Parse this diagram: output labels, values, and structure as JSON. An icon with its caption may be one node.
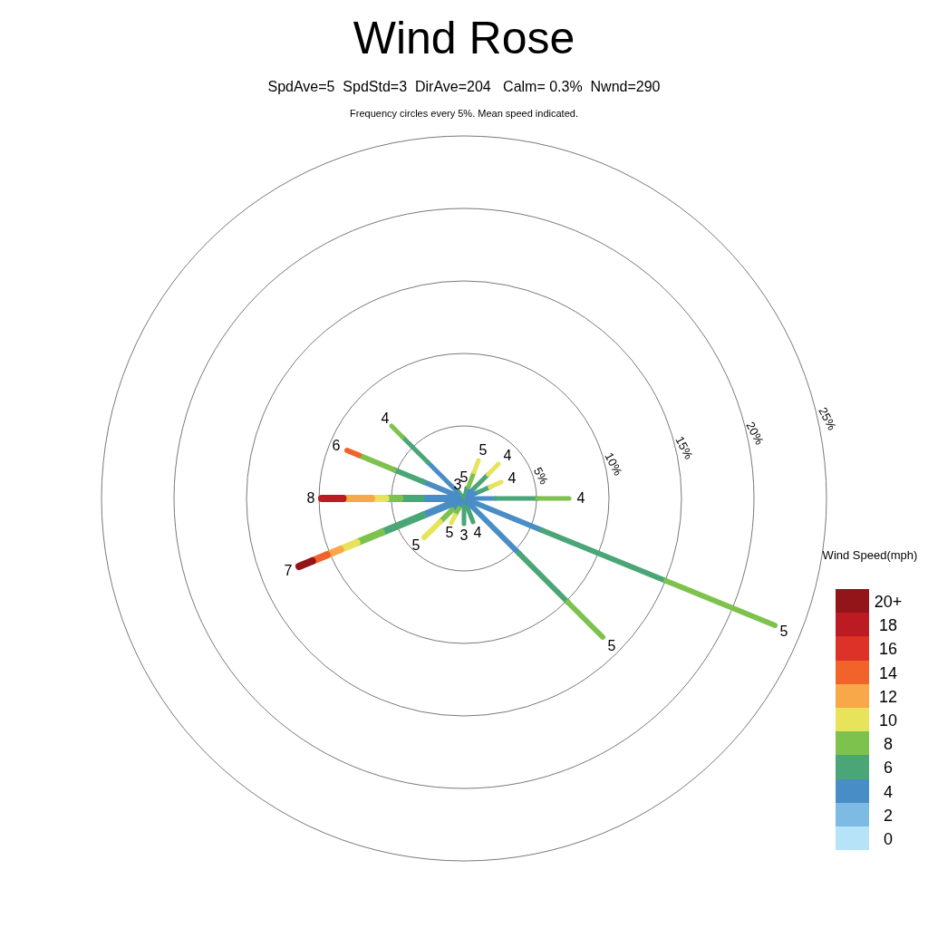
{
  "diagram": {
    "title": "Wind Rose",
    "labels": [
      "SpdAve=5  SpdStd=3  DirAve=204   Calm= 0.3%  Nwnd=290",
      "Frequency circles every 5%. Mean speed indicated.",
      "4",
      "25%",
      "20%",
      "6",
      "15%",
      "5",
      "4",
      "10%",
      "3",
      "5",
      "4",
      "5%",
      "8",
      "4",
      "5",
      "3",
      "4",
      "5",
      "Wind Speed(mph)",
      "7",
      "5",
      "5"
    ],
    "legend": [
      {
        "text": "20+",
        "color": "#931519"
      },
      {
        "text": "18",
        "color": "#bd1b23"
      },
      {
        "text": "16",
        "color": "#dc3227"
      },
      {
        "text": "14",
        "color": "#f1632a"
      },
      {
        "text": "12",
        "color": "#f8a848"
      },
      {
        "text": "10",
        "color": "#e7e35a"
      },
      {
        "text": "8",
        "color": "#7dc24c"
      },
      {
        "text": "6",
        "color": "#4aa676"
      },
      {
        "text": "4",
        "color": "#498dc6"
      },
      {
        "text": "2",
        "color": "#7dbbe5"
      },
      {
        "text": "0",
        "color": "#b6e3f8"
      }
    ]
  }
}
